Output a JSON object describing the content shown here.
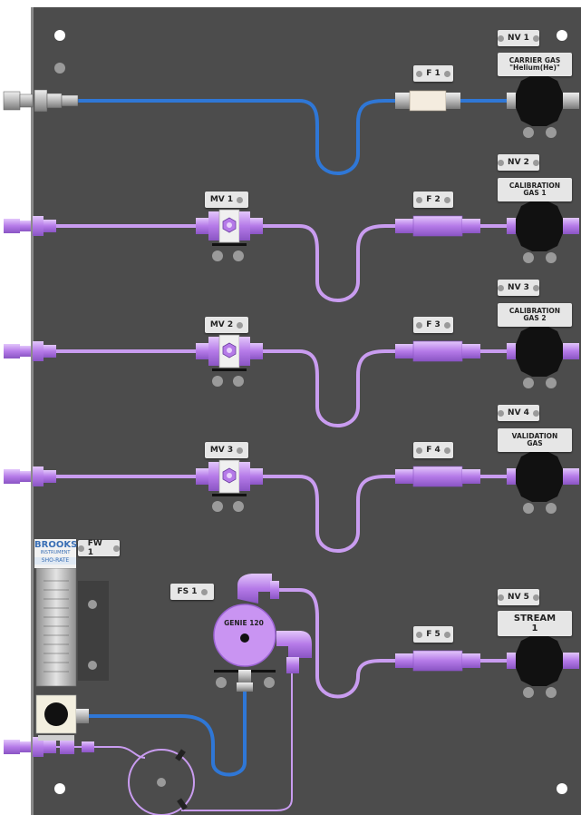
{
  "components": {
    "nv1": {
      "tag": "NV 1",
      "label_line1": "CARRIER GAS",
      "label_line2": "\"Helium(He)\""
    },
    "nv2": {
      "tag": "NV 2",
      "label_line1": "CALIBRATION",
      "label_line2": "GAS 1"
    },
    "nv3": {
      "tag": "NV 3",
      "label_line1": "CALIBRATION",
      "label_line2": "GAS 2"
    },
    "nv4": {
      "tag": "NV 4",
      "label_line1": "VALIDATION",
      "label_line2": "GAS"
    },
    "nv5": {
      "tag": "NV 5",
      "label_line1": "STREAM",
      "label_line2": "1"
    },
    "f1": "F 1",
    "f2": "F 2",
    "f3": "F 3",
    "f4": "F 4",
    "f5": "F 5",
    "mv1": "MV 1",
    "mv2": "MV 2",
    "mv3": "MV 3",
    "fw1": "FW 1",
    "fs1": "FS 1",
    "genie": "GENIE 120"
  },
  "flowmeter": {
    "brand": "BROOKS",
    "sub": "INSTRUMENT",
    "model": "SHO-RATE"
  },
  "colors": {
    "panel": "#4c4c4c",
    "carrier_tube": "#2f77d6",
    "sample_tube": "#c99cf0",
    "fitting": "#b57ae8",
    "knob": "#111111",
    "label_bg": "#e6e6e6"
  }
}
